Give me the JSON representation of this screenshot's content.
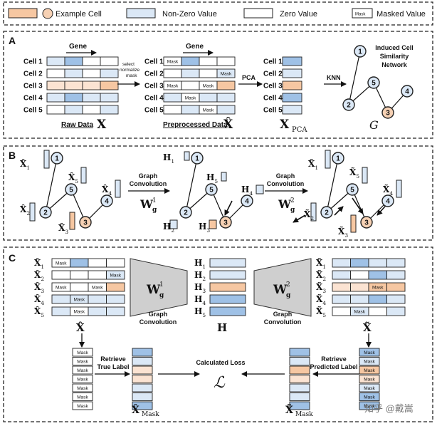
{
  "legend": {
    "example_cell": "Example Cell",
    "non_zero": "Non-Zero Value",
    "zero": "Zero Value",
    "mask_chip": "Mask",
    "masked_value": "Masked Value"
  },
  "colors": {
    "blue": "#9fc1e6",
    "light_blue": "#dbe8f6",
    "peach": "#f6c7a2",
    "light_peach": "#fbe3d2",
    "node_blue": "#dbe8f6",
    "node_peach": "#f6d1b4",
    "trapezoid": "#cfcfcf",
    "ink": "#111111"
  },
  "panel_a": {
    "letter": "A",
    "gene": "Gene",
    "gene2": "Gene",
    "cells": [
      "Cell 1",
      "Cell 2",
      "Cell 3",
      "Cell 4",
      "Cell 5"
    ],
    "raw_caption": "Raw Data",
    "raw_symbol": "X",
    "step1": [
      "select",
      "normalize",
      "mask"
    ],
    "pre_caption": "Preprocessed Data",
    "pre_symbol": "X̂",
    "pca": "PCA",
    "pca_symbol": "X",
    "pca_sub": "PCA",
    "knn": "KNN",
    "graph_title": [
      "Induced Cell",
      "Similarity",
      "Network"
    ],
    "graph_symbol": "G",
    "graph_nodes": [
      "1",
      "2",
      "3",
      "4",
      "5"
    ]
  },
  "panel_b": {
    "letter": "B",
    "nodes": [
      "1",
      "2",
      "3",
      "4",
      "5"
    ],
    "x_labels": [
      "X̂1",
      "X̂2",
      "X̂3",
      "X̂4",
      "X̂5"
    ],
    "h_labels": [
      "H1",
      "H2",
      "H3",
      "H4",
      "H5"
    ],
    "xt_labels": [
      "X̃1",
      "X̃2",
      "X̃3",
      "X̃4",
      "X̃5"
    ],
    "gc1": [
      "Graph",
      "Convolution"
    ],
    "gc2": [
      "Graph",
      "Convolution"
    ],
    "w1": "W",
    "w1_sup": "1",
    "w1_sub": "g",
    "w2": "W",
    "w2_sup": "2",
    "w2_sub": "g"
  },
  "panel_c": {
    "letter": "C",
    "left_rows": [
      "X̂1",
      "X̂2",
      "X̂3",
      "X̂4",
      "X̂5"
    ],
    "h_rows": [
      "H1",
      "H2",
      "H3",
      "H4",
      "H5"
    ],
    "right_rows": [
      "X̃1",
      "X̃2",
      "X̃3",
      "X̃4",
      "X̃5"
    ],
    "gc_left": [
      "Graph",
      "Convolution"
    ],
    "gc_right": [
      "Graph",
      "Convolution"
    ],
    "x_hat": "X̂",
    "h": "H",
    "x_tilde": "X̃",
    "retrieve_true": [
      "Retrieve",
      "True Label"
    ],
    "retrieve_pred": [
      "Retrieve",
      "Predicted Label"
    ],
    "loss_title": "Calculated Loss",
    "loss_symbol": "ℒ",
    "mask_true": "X̂",
    "mask_true_sub": "Mask",
    "mask_pred": "X̃",
    "mask_pred_sub": "Mask",
    "mask": "Mask"
  },
  "watermark": "知乎 @戴嵩"
}
